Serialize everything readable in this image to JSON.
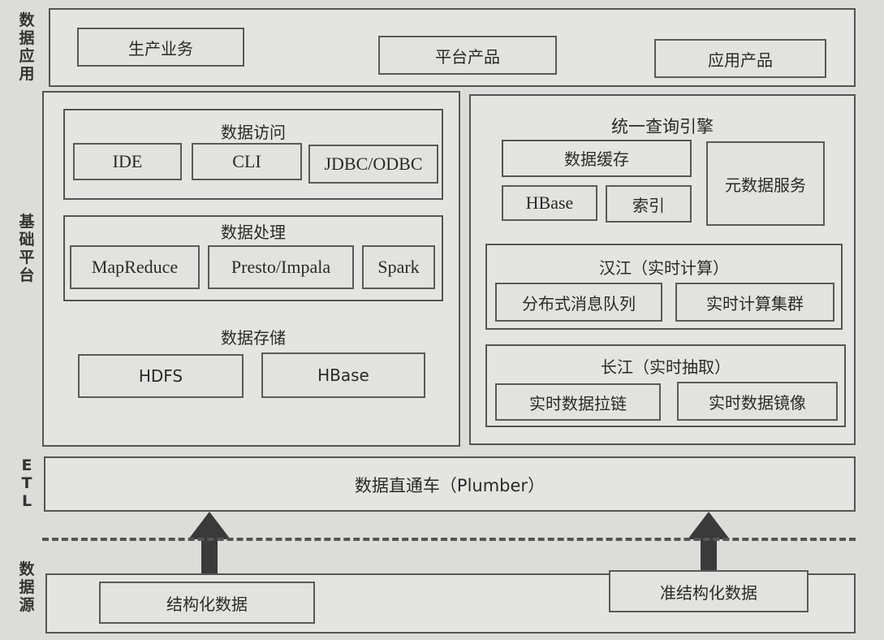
{
  "side_labels": {
    "data_apps": "数据应用",
    "base_platform": "基础平台",
    "etl": "ETL",
    "data_source": "数据源"
  },
  "apps": {
    "production": "生产业务",
    "platform_products": "平台产品",
    "application_products": "应用产品"
  },
  "data_access": {
    "title": "数据访问",
    "items": [
      "IDE",
      "CLI",
      "JDBC/ODBC"
    ]
  },
  "data_processing": {
    "title": "数据处理",
    "items": [
      "MapReduce",
      "Presto/Impala",
      "Spark"
    ]
  },
  "data_storage": {
    "title": "数据存储",
    "items": [
      "HDFS",
      "HBase"
    ]
  },
  "query_engine": {
    "title": "统一查询引擎",
    "cache_title": "数据缓存",
    "cache_items": [
      "HBase",
      "索引"
    ],
    "metadata": "元数据服务"
  },
  "hanjiang": {
    "title": "汉江（实时计算）",
    "items": [
      "分布式消息队列",
      "实时计算集群"
    ]
  },
  "changjiang": {
    "title": "长江（实时抽取）",
    "items": [
      "实时数据拉链",
      "实时数据镜像"
    ]
  },
  "etl": {
    "label": "数据直通车（Plumber）"
  },
  "sources": {
    "structured": "结构化数据",
    "semi_structured": "准结构化数据"
  },
  "colors": {
    "line": "#555555",
    "arrow": "#3a3a3a",
    "background": "#dcdcda"
  }
}
